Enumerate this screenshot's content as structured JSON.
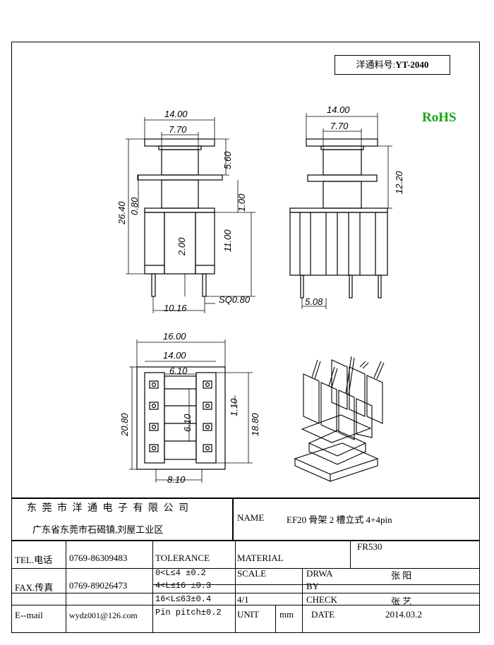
{
  "header": {
    "part_label": "洋通料号:",
    "part_no": "YT-2040",
    "rohs": "RoHS"
  },
  "dims": {
    "front": {
      "top_w": "14.00",
      "inner_w": "7.70",
      "h_upper": "5.60",
      "total_h": "26.40",
      "flange": "0.80",
      "gap": "1.00",
      "pin_len": "11.00",
      "pin_h": "2.00",
      "pitch": "10.16",
      "pin_sq": "SQ0.80"
    },
    "side": {
      "top_w": "14.00",
      "inner_w": "7.70",
      "height": "12.20",
      "pin_pitch": "5.08"
    },
    "bottom": {
      "outer_w": "16.00",
      "mid_w": "14.00",
      "slot_w": "6.10",
      "slot_h": "6.10",
      "total_h": "20.80",
      "inner_h": "18.80",
      "step": "1.10",
      "base_w": "8.10"
    }
  },
  "title_block": {
    "company": "东 莞 市 洋 通 电 子 有 限 公 司",
    "address": "广东省东莞市石碣镇,刘屋工业区",
    "name_label": "NAME",
    "name_value": "EF20 骨架 2 槽立式 4+4pin",
    "tel_label": "TEL.电话",
    "tel_value": "0769-86309483",
    "fax_label": "FAX.传真",
    "fax_value": "0769-89026473",
    "email_label": "E--mail",
    "email_value": "wydz001@126.com",
    "tolerance_label": "TOLERANCE",
    "tol1": "0<L≤4 ±0.2",
    "tol2": "4<L≤16 ±0.3",
    "tol3": "16<L≤63±0.4",
    "tol4": "Pin pitch±0.2",
    "material_label": "MATERIAL",
    "material_value": "FR530",
    "scale_label": "SCALE",
    "scale_value": "4/1",
    "drawn_label_1": "DRWA",
    "drawn_label_2": "BY",
    "drawn_value": "张 阳",
    "check_label": "CHECK",
    "check_value": "张 艺",
    "unit_label": "UNIT",
    "unit_value": "mm",
    "date_label": "DATE",
    "date_value": "2014.03.2"
  }
}
